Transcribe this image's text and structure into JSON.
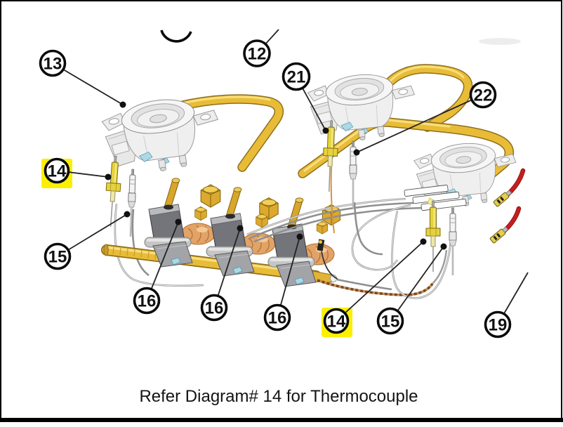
{
  "caption": {
    "text": "Refer Diagram# 14 for Thermocouple"
  },
  "callouts": {
    "c13": {
      "label": "13",
      "highlighted": false
    },
    "c12": {
      "label": "12",
      "highlighted": false
    },
    "c21": {
      "label": "21",
      "highlighted": false
    },
    "c22": {
      "label": "22",
      "highlighted": false
    },
    "c14_left": {
      "label": "14",
      "highlighted": true
    },
    "c15_left": {
      "label": "15",
      "highlighted": false
    },
    "c16_left": {
      "label": "16",
      "highlighted": false
    },
    "c16_middle": {
      "label": "16",
      "highlighted": false
    },
    "c16_right": {
      "label": "16",
      "highlighted": false
    },
    "c14_right": {
      "label": "14",
      "highlighted": true
    },
    "c15_right": {
      "label": "15",
      "highlighted": false
    },
    "c19": {
      "label": "19",
      "highlighted": false
    }
  },
  "colors": {
    "tube_yellow": "#E9BC38",
    "tube_outline": "#8F6F1A",
    "tube_sheen": "#F7DF7C",
    "callout_highlight": "#FAF000",
    "wire_red": "#C81E1E",
    "connector_yellow": "#E6CE4A",
    "caption_text": "#141414",
    "border": "#000000"
  }
}
